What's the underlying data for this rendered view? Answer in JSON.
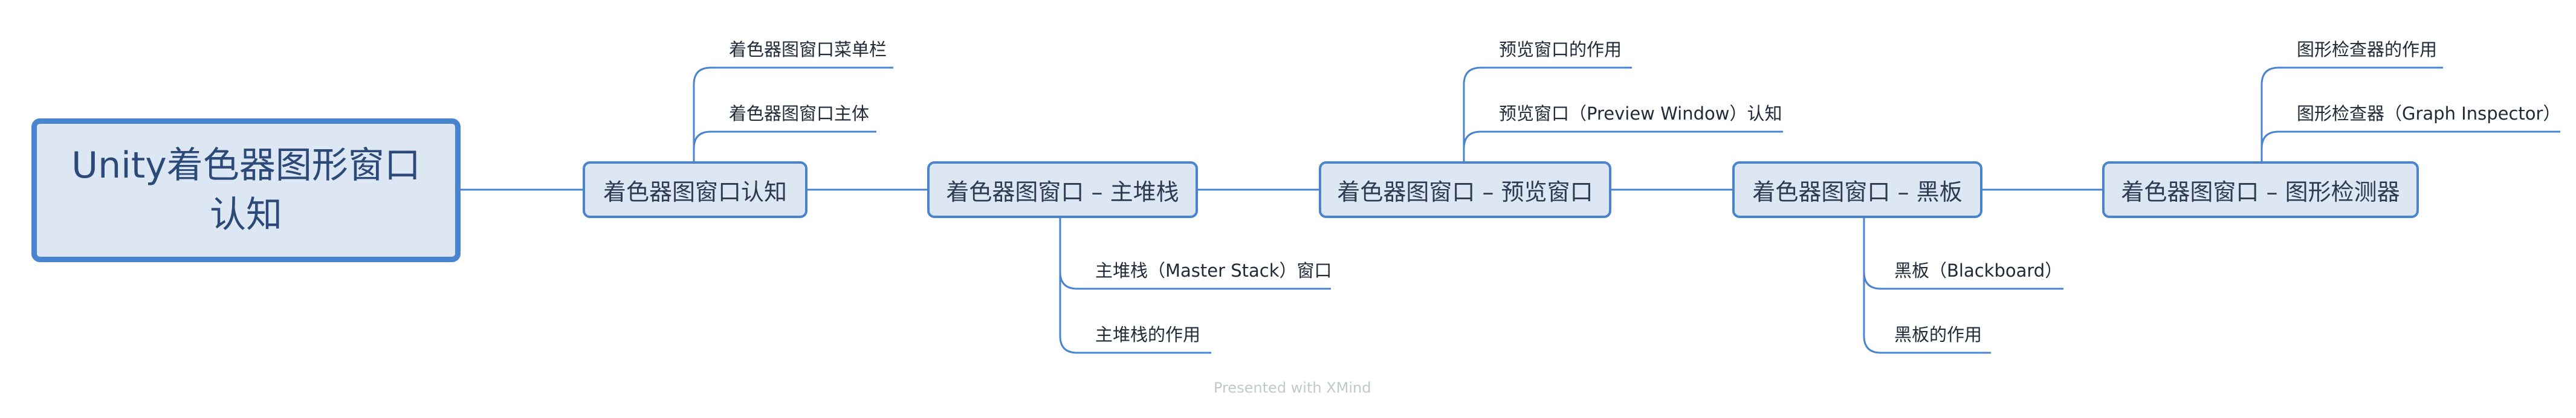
{
  "mindmap": {
    "root": "Unity着色器图形窗口认知",
    "branches": [
      {
        "label": "着色器图窗口认知",
        "children": [
          "着色器图窗口菜单栏",
          "着色器图窗口主体"
        ]
      },
      {
        "label": "着色器图窗口 – 主堆栈",
        "children": [
          "主堆栈（Master Stack）窗口",
          "主堆栈的作用"
        ]
      },
      {
        "label": "着色器图窗口 – 预览窗口",
        "children": [
          "预览窗口的作用",
          "预览窗口（Preview Window）认知"
        ]
      },
      {
        "label": "着色器图窗口 – 黑板",
        "children": [
          "黑板（Blackboard）",
          "黑板的作用"
        ]
      },
      {
        "label": "着色器图窗口 – 图形检测器",
        "children": [
          "图形检查器的作用",
          "图形检查器（Graph Inspector）"
        ]
      }
    ]
  },
  "footer": {
    "credit": "Presented with XMind"
  },
  "colors": {
    "line": "#4a84cf",
    "node_fill": "#dde7f4",
    "node_border": "#4a84cf",
    "credit_text": "#c3c8cf"
  }
}
